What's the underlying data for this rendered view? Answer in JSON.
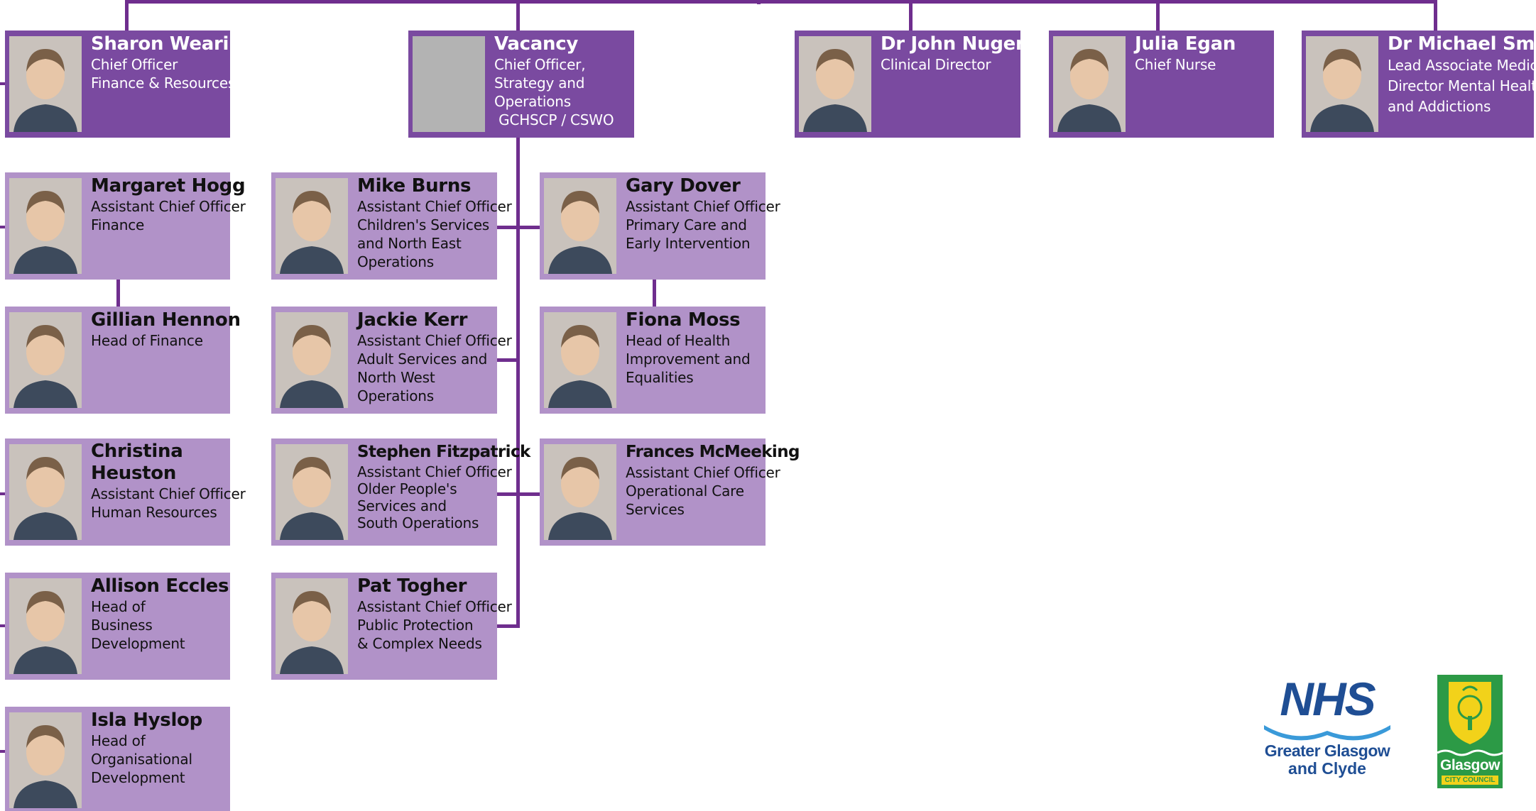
{
  "colors": {
    "line": "#6f2e8e",
    "top_card": "#7a4aa0",
    "sub_card": "#b192c8",
    "nhs_blue": "#1f4e94",
    "glasgow_green": "#2c9a46",
    "glasgow_yellow": "#f2d21a"
  },
  "top_row": [
    {
      "name": "Sharon Wearing",
      "role": "Chief Officer\nFinance & Resources",
      "photo": "portrait-photo"
    },
    {
      "name": "Vacancy",
      "role": "Chief Officer,\nStrategy and\nOperations\n GCHSCP / CSWO",
      "photo": "vacant-photo-placeholder"
    },
    {
      "name": "Dr John Nugent",
      "role": "Clinical Director",
      "photo": "portrait-photo"
    },
    {
      "name": "Julia Egan",
      "role": "Chief Nurse",
      "photo": "portrait-photo"
    },
    {
      "name": "Dr Michael Smith",
      "role": "Lead Associate Medical\nDirector Mental Health\nand Addictions",
      "photo": "portrait-photo"
    }
  ],
  "finance_column": [
    {
      "name": "Margaret Hogg",
      "role": "Assistant Chief Officer\nFinance"
    },
    {
      "name": "Gillian Hennon",
      "role": "Head of Finance"
    },
    {
      "name": "Christina\nHeuston",
      "role": "Assistant Chief Officer\nHuman Resources"
    },
    {
      "name": "Allison Eccles",
      "role": "Head of\nBusiness\nDevelopment"
    },
    {
      "name": "Isla Hyslop",
      "role": "Head of\nOrganisational\nDevelopment"
    }
  ],
  "operations_left": [
    {
      "name": "Mike Burns",
      "role": "Assistant Chief Officer\nChildren's Services\nand North East\nOperations"
    },
    {
      "name": "Jackie Kerr",
      "role": "Assistant Chief Officer\nAdult Services and\nNorth West\nOperations"
    },
    {
      "name": "Stephen Fitzpatrick",
      "role": "Assistant Chief Officer\nOlder People's\nServices and\nSouth Operations"
    },
    {
      "name": "Pat Togher",
      "role": "Assistant Chief Officer\nPublic Protection\n& Complex Needs"
    }
  ],
  "operations_right": [
    {
      "name": "Gary Dover",
      "role": "Assistant Chief Officer\nPrimary Care and\nEarly Intervention"
    },
    {
      "name": "Fiona Moss",
      "role": "Head of Health\nImprovement and\nEqualities"
    },
    {
      "name": "Frances McMeeking",
      "role": "Assistant Chief Officer\nOperational Care\nServices"
    }
  ],
  "logos": {
    "nhs": {
      "mark": "NHS",
      "line1": "Greater Glasgow",
      "line2": "and Clyde"
    },
    "glasgow": {
      "word": "Glasgow",
      "sub": "CITY COUNCIL"
    }
  }
}
